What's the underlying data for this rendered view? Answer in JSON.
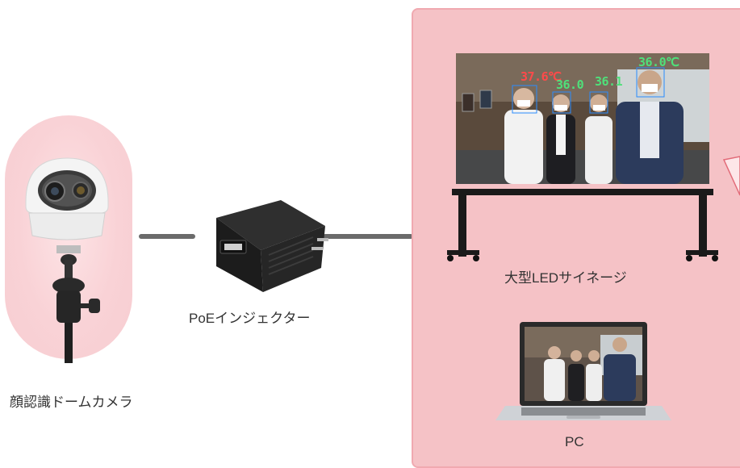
{
  "camera": {
    "label": "顔認識ドームカメラ"
  },
  "injector": {
    "label": "PoEインジェクター"
  },
  "signage": {
    "label": "大型LEDサイネージ",
    "temperatures": [
      {
        "text": "37.6℃",
        "color": "red"
      },
      {
        "text": "36.0",
        "color": "green"
      },
      {
        "text": "36.1",
        "color": "green"
      },
      {
        "text": "36.0℃",
        "color": "green"
      }
    ]
  },
  "pc": {
    "label": "PC"
  },
  "colors": {
    "panel": "#f5c2c6",
    "panel_border": "#f0a9b0",
    "connector": "#6b6b6b",
    "camera_bg": "#f9d2d6"
  },
  "icons": [
    "dome-camera-icon",
    "tripod-icon",
    "poe-injector-icon",
    "led-signage-icon",
    "laptop-icon"
  ]
}
